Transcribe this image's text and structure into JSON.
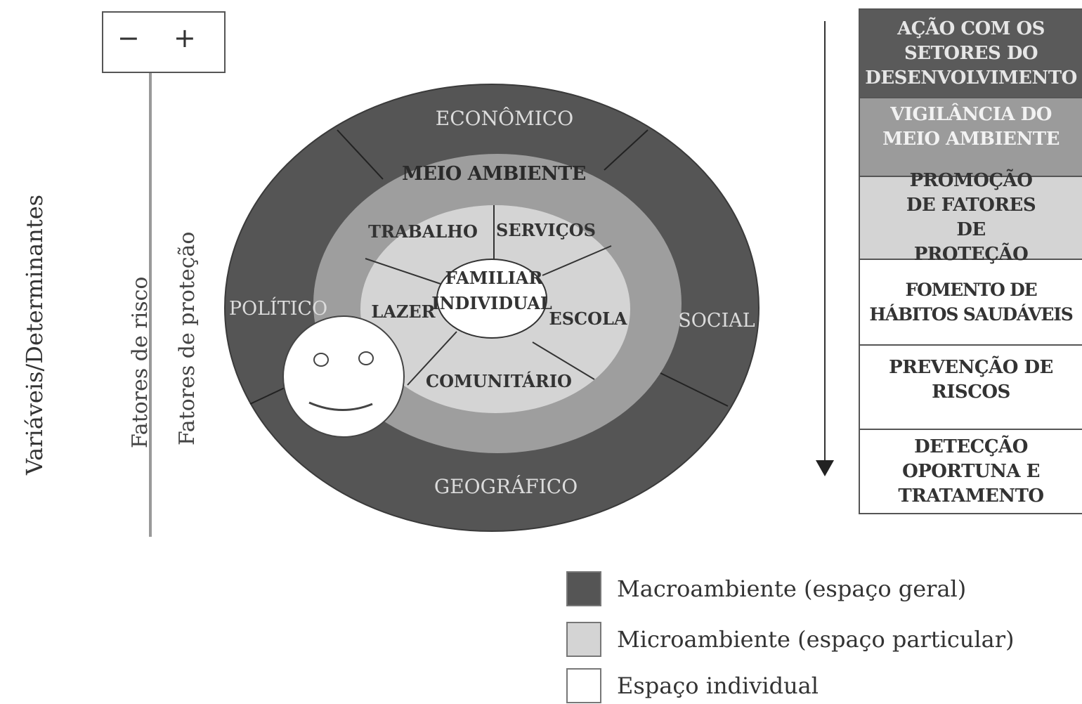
{
  "left_axis": {
    "title": "Variáveis/Determinantes",
    "risk_label": "Fatores de risco",
    "protection_label": "Fatores de proteção",
    "minus_symbol": "−",
    "plus_symbol": "+"
  },
  "diagram": {
    "outer_ring": {
      "sectors": [
        "ECONÔMICO",
        "SOCIAL",
        "GEOGRÁFICO",
        "POLÍTICO"
      ]
    },
    "middle_ring": {
      "label": "MEIO AMBIENTE"
    },
    "inner_ring": {
      "sectors": [
        "TRABALHO",
        "SERVIÇOS",
        "ESCOLA",
        "COMUNITÁRIO",
        "LAZER"
      ]
    },
    "center": {
      "line1": "FAMILIAR",
      "line2": "INDIVIDUAL"
    },
    "smiley_icon": "smiley-face-icon"
  },
  "action_stack": {
    "arrow_icon": "down-arrow-icon",
    "levels": [
      {
        "label": "AÇÃO COM OS SETORES DO DESENVOLVIMENTO",
        "fill": "#5a5a5a",
        "text_color": "#e6e6e6"
      },
      {
        "label": "VIGILÂNCIA DO MEIO AMBIENTE",
        "fill": "#9b9b9b",
        "text_color": "#f2f2f2"
      },
      {
        "label": "PROMOÇÃO DE FATORES DE PROTEÇÃO",
        "fill": "#d4d4d4",
        "text_color": "#333333"
      },
      {
        "label": "FOMENTO DE HÁBITOS SAUDÁVEIS",
        "fill": "#ffffff",
        "text_color": "#333333"
      },
      {
        "label": "PREVENÇÃO DE RISCOS",
        "fill": "#ffffff",
        "text_color": "#333333"
      },
      {
        "label": "DETECÇÃO OPORTUNA E TRATAMENTO",
        "fill": "#ffffff",
        "text_color": "#333333"
      }
    ]
  },
  "legend": [
    {
      "label": "Macroambiente (espaço geral)",
      "color": "#555555"
    },
    {
      "label": "Microambiente (espaço particular)",
      "color": "#d4d4d4"
    },
    {
      "label": "Espaço individual",
      "color": "#ffffff"
    }
  ],
  "colors": {
    "macro": "#555555",
    "middle": "#9e9e9e",
    "micro": "#d4d4d4",
    "individual": "#ffffff"
  }
}
